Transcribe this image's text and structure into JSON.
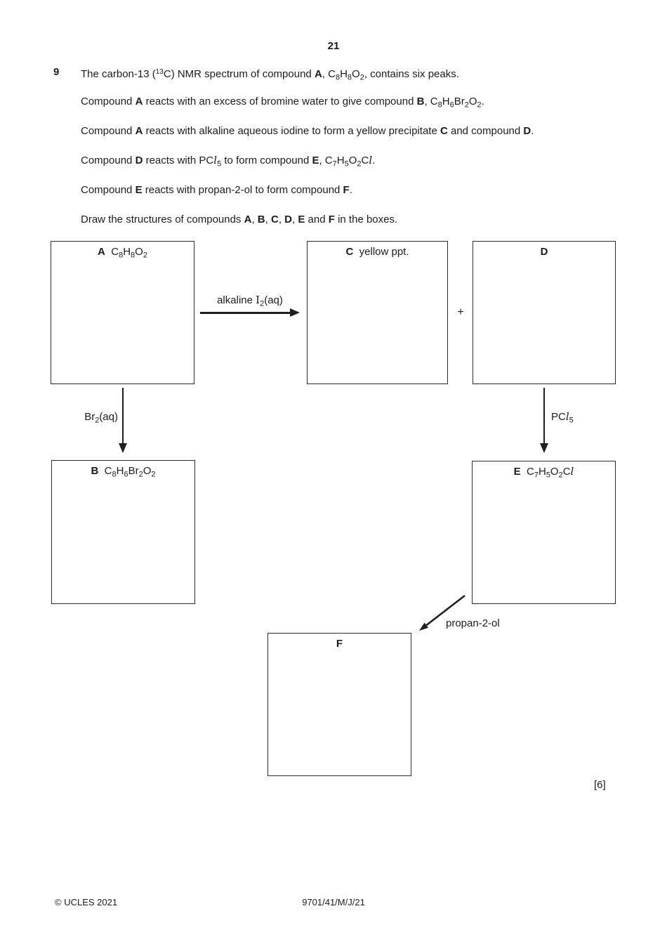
{
  "page": {
    "number": "21",
    "marks": "[6]",
    "footer": {
      "left": "© UCLES 2021",
      "center": "9701/41/M/J/21"
    }
  },
  "question": {
    "number": "9",
    "intro": [
      [
        {
          "t": "The carbon-13 ("
        },
        {
          "sup": "13"
        },
        {
          "t": "C) NMR spectrum of compound "
        },
        {
          "b": "A"
        },
        {
          "t": ", C"
        },
        {
          "sub": "8"
        },
        {
          "t": "H"
        },
        {
          "sub": "8"
        },
        {
          "t": "O"
        },
        {
          "sub": "2"
        },
        {
          "t": ", contains six peaks."
        }
      ],
      [
        {
          "t": "Compound "
        },
        {
          "b": "A"
        },
        {
          "t": " reacts with an excess of bromine water to give compound "
        },
        {
          "b": "B"
        },
        {
          "t": ", C"
        },
        {
          "sub": "8"
        },
        {
          "t": "H"
        },
        {
          "sub": "6"
        },
        {
          "t": "Br"
        },
        {
          "sub": "2"
        },
        {
          "t": "O"
        },
        {
          "sub": "2"
        },
        {
          "t": "."
        }
      ],
      [
        {
          "t": "Compound "
        },
        {
          "b": "A"
        },
        {
          "t": " reacts with alkaline aqueous iodine to form a yellow precipitate "
        },
        {
          "b": "C"
        },
        {
          "t": " and compound "
        },
        {
          "b": "D"
        },
        {
          "t": "."
        }
      ],
      [
        {
          "t": "Compound "
        },
        {
          "b": "D"
        },
        {
          "t": " reacts with PC"
        },
        {
          "i": "l"
        },
        {
          "sub": "5"
        },
        {
          "t": " to form compound "
        },
        {
          "b": "E"
        },
        {
          "t": ", C"
        },
        {
          "sub": "7"
        },
        {
          "t": "H"
        },
        {
          "sub": "5"
        },
        {
          "t": "O"
        },
        {
          "sub": "2"
        },
        {
          "t": "C"
        },
        {
          "i": "l"
        },
        {
          "t": "."
        }
      ],
      [
        {
          "t": "Compound "
        },
        {
          "b": "E"
        },
        {
          "t": " reacts with propan-2-ol to form compound "
        },
        {
          "b": "F"
        },
        {
          "t": "."
        }
      ],
      [
        {
          "t": "Draw the structures of compounds "
        },
        {
          "b": "A"
        },
        {
          "t": ", "
        },
        {
          "b": "B"
        },
        {
          "t": ", "
        },
        {
          "b": "C"
        },
        {
          "t": ", "
        },
        {
          "b": "D"
        },
        {
          "t": ", "
        },
        {
          "b": "E"
        },
        {
          "t": " and "
        },
        {
          "b": "F"
        },
        {
          "t": " in the boxes."
        }
      ]
    ]
  },
  "diagram": {
    "plus": "+",
    "boxes": {
      "a": [
        {
          "b": "A"
        },
        {
          "t": "  C"
        },
        {
          "sub": "8"
        },
        {
          "t": "H"
        },
        {
          "sub": "8"
        },
        {
          "t": "O"
        },
        {
          "sub": "2"
        }
      ],
      "c": [
        {
          "b": "C"
        },
        {
          "t": "  yellow ppt."
        }
      ],
      "d": [
        {
          "b": "D"
        }
      ],
      "b": [
        {
          "b": "B"
        },
        {
          "t": "  C"
        },
        {
          "sub": "8"
        },
        {
          "t": "H"
        },
        {
          "sub": "6"
        },
        {
          "t": "Br"
        },
        {
          "sub": "2"
        },
        {
          "t": "O"
        },
        {
          "sub": "2"
        }
      ],
      "e": [
        {
          "b": "E"
        },
        {
          "t": "  C"
        },
        {
          "sub": "7"
        },
        {
          "t": "H"
        },
        {
          "sub": "5"
        },
        {
          "t": "O"
        },
        {
          "sub": "2"
        },
        {
          "t": "C"
        },
        {
          "i": "l"
        }
      ],
      "f": [
        {
          "b": "F"
        }
      ]
    },
    "arrow_labels": {
      "alkaline_iodine": [
        {
          "t": "alkaline "
        },
        {
          "serif": "I"
        },
        {
          "sub": "2"
        },
        {
          "t": "(aq)"
        }
      ],
      "bromine_water": [
        {
          "t": "Br"
        },
        {
          "sub": "2"
        },
        {
          "t": "(aq)"
        }
      ],
      "pcl5": [
        {
          "t": "PC"
        },
        {
          "i": "l"
        },
        {
          "sub": "5"
        }
      ],
      "propan2ol": [
        {
          "t": "propan-2-ol"
        }
      ]
    }
  }
}
